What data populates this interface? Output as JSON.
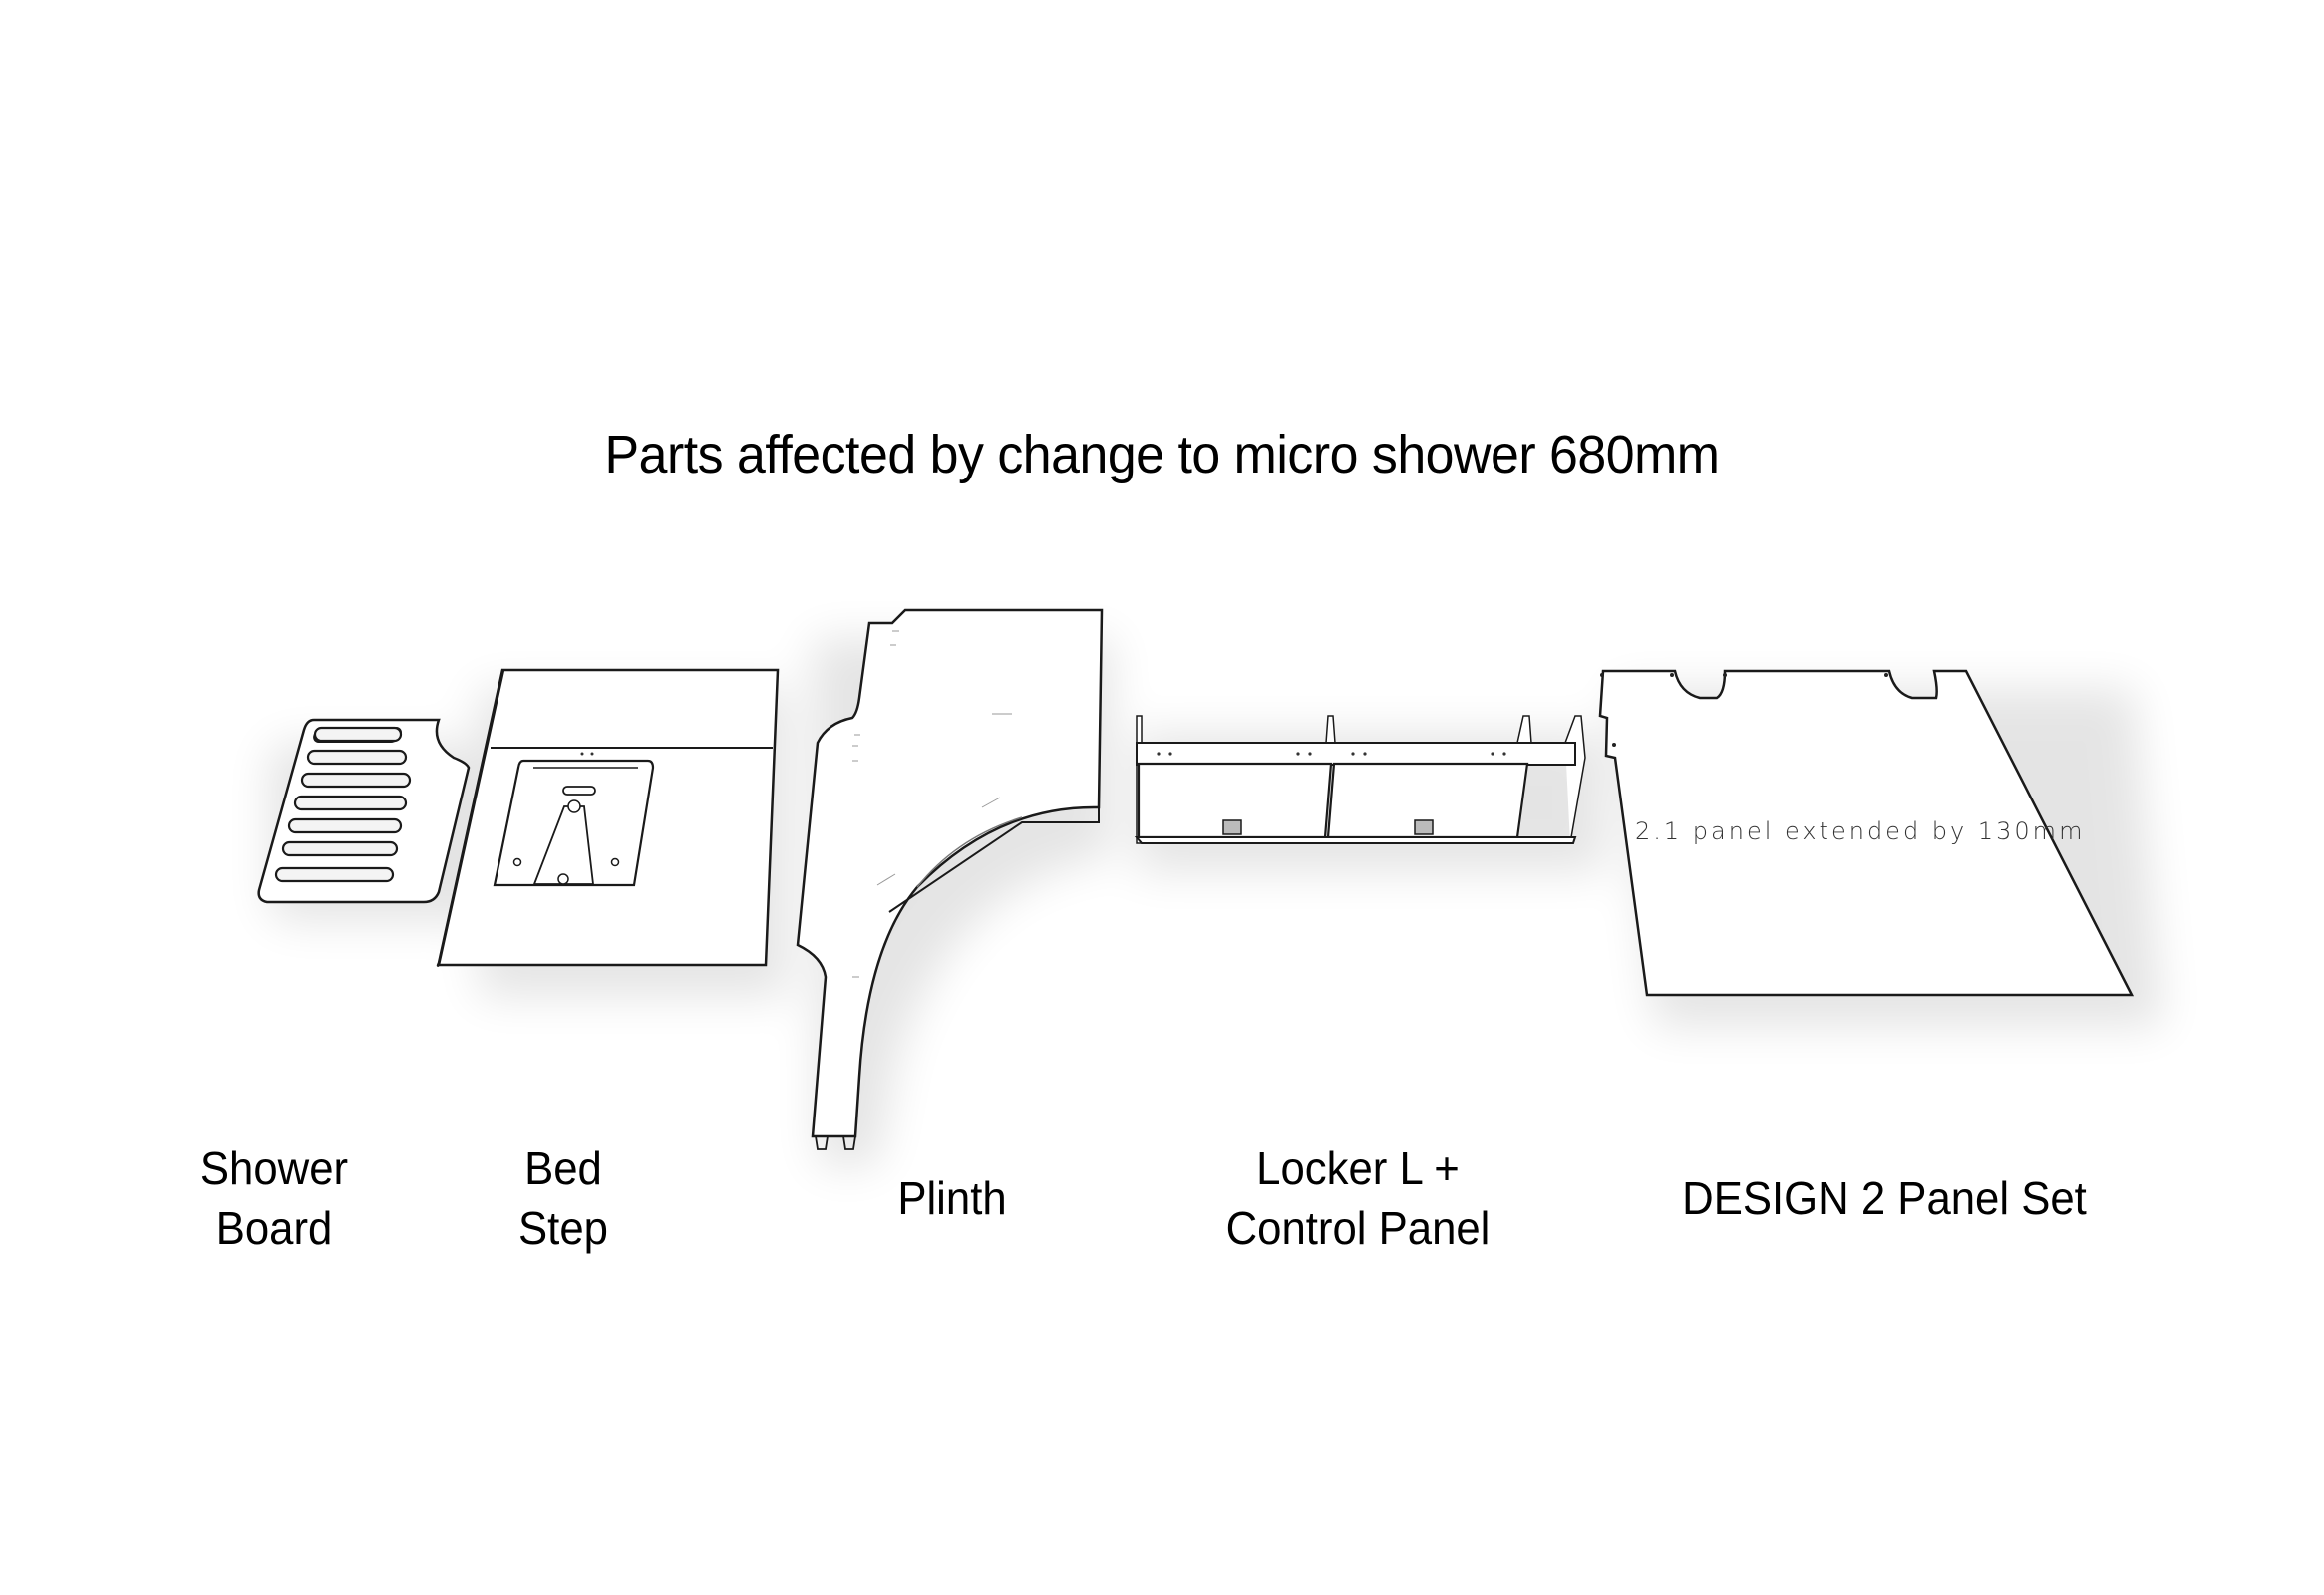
{
  "title": "Parts affected by change to micro shower 680mm",
  "parts": [
    {
      "id": "shower-board",
      "label_line1": "Shower",
      "label_line2": "Board"
    },
    {
      "id": "bed-step",
      "label_line1": "Bed",
      "label_line2": "Step"
    },
    {
      "id": "plinth",
      "label_line1": "Plinth"
    },
    {
      "id": "locker-control-panel",
      "label_line1": "Locker L +",
      "label_line2": "Control Panel"
    },
    {
      "id": "design-2-panel-set",
      "label_line1": "DESIGN 2 Panel Set"
    }
  ],
  "panel_annotation": "2.1 panel extended by 130mm",
  "colors": {
    "background": "#ffffff",
    "outline": "#1a1a1a",
    "part_fill": "#ffffff",
    "shadow": "#d9d9d9",
    "text": "#000000"
  }
}
